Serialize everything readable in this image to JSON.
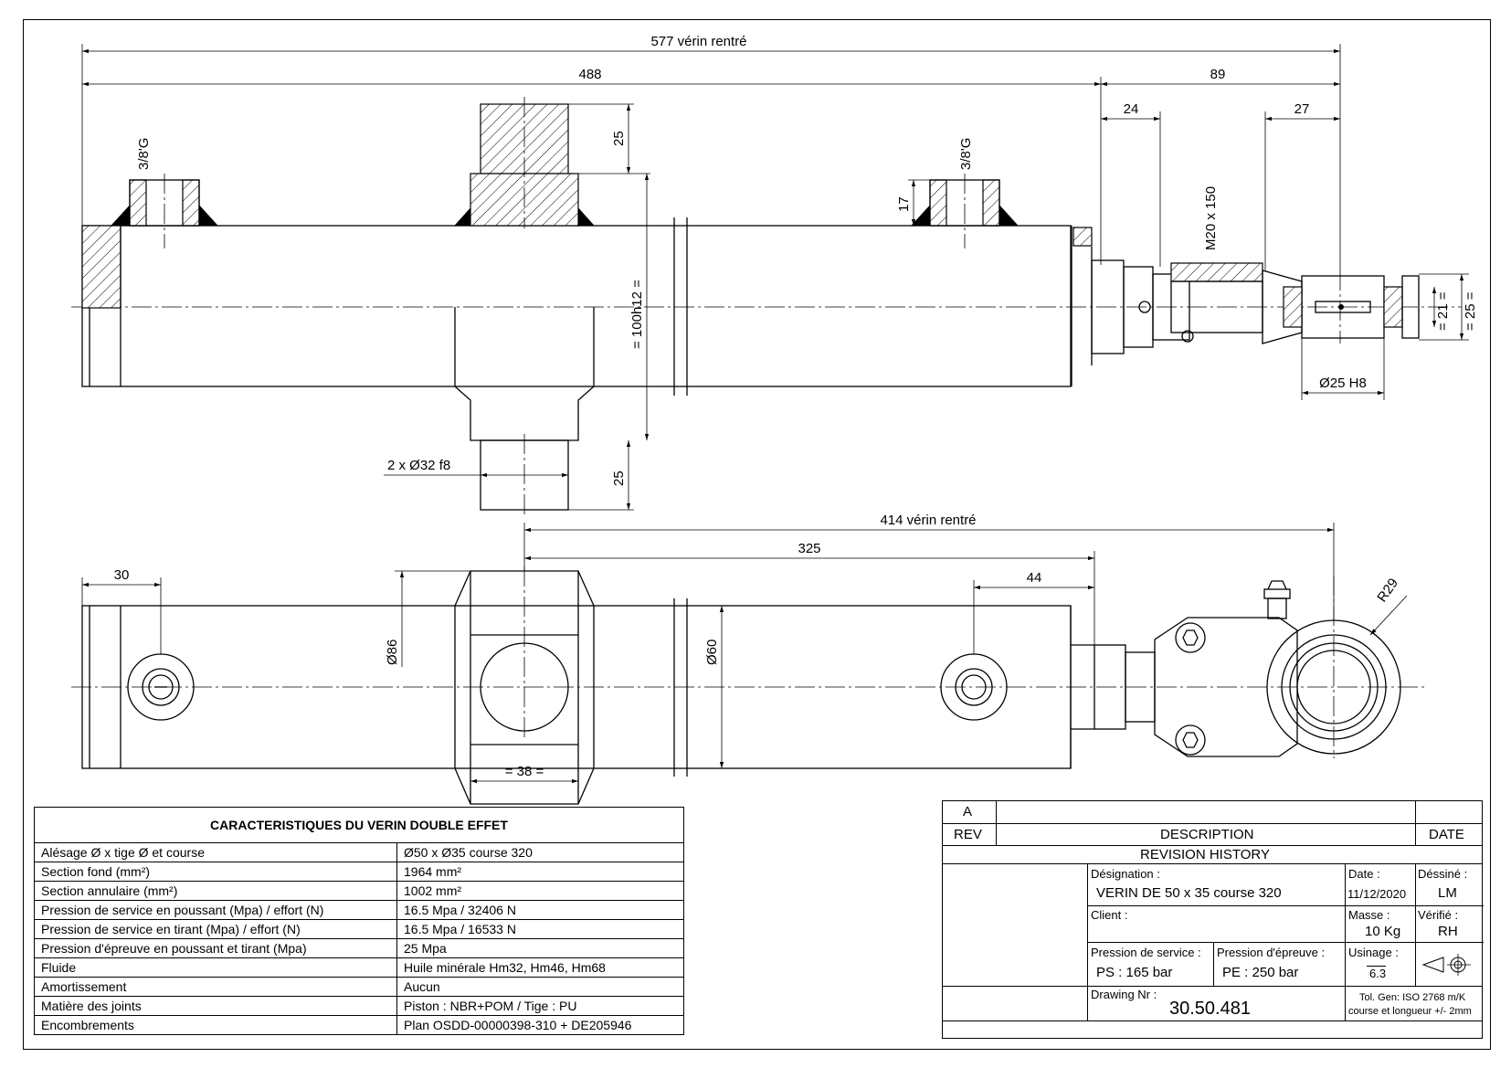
{
  "dimensions": {
    "overall_retracted": "577 vérin rentré",
    "body_length": "488",
    "rod_end_length": "89",
    "rod_dim_24": "24",
    "rod_dim_27": "27",
    "port_left": "3/8'G",
    "port_right": "3/8'G",
    "trunnion_top": "25",
    "port_height": "17",
    "thread": "M20 x 150",
    "body_dia": "= 100h12 =",
    "eye_21": "= 21 =",
    "eye_25": "= 25 =",
    "bore_eye": "Ø25 H8",
    "trunnion_dia": "2 x Ø32 f8",
    "trunnion_bottom": "25",
    "retracted_414": "414 vérin rentré",
    "dim_325": "325",
    "dim_30": "30",
    "dim_44": "44",
    "radius": "R29",
    "dia_86": "Ø86",
    "dia_60": "Ø60",
    "width_38": "= 38 ="
  },
  "specs": {
    "title": "CARACTERISTIQUES DU VERIN DOUBLE EFFET",
    "rows": [
      {
        "label": "Alésage Ø x tige Ø et course",
        "value": "Ø50 x Ø35 course 320"
      },
      {
        "label": "Section fond (mm²)",
        "value": "1964 mm²"
      },
      {
        "label": "Section annulaire (mm²)",
        "value": "1002 mm²"
      },
      {
        "label": "Pression de service en poussant (Mpa) / effort (N)",
        "value": "16.5 Mpa / 32406 N"
      },
      {
        "label": "Pression de service en tirant (Mpa) / effort (N)",
        "value": "16.5 Mpa / 16533 N"
      },
      {
        "label": "Pression d'épreuve en poussant et tirant (Mpa)",
        "value": "25 Mpa"
      },
      {
        "label": "Fluide",
        "value": "Huile minérale Hm32, Hm46, Hm68"
      },
      {
        "label": "Amortissement",
        "value": "Aucun"
      },
      {
        "label": "Matière des joints",
        "value": "Piston : NBR+POM / Tige : PU"
      },
      {
        "label": "Encombrements",
        "value": "Plan OSDD-00000398-310 + DE205946"
      }
    ]
  },
  "title_block": {
    "rev_letter": "A",
    "rev": "REV",
    "description": "DESCRIPTION",
    "date_header": "DATE",
    "revision_history": "REVISION HISTORY",
    "designation_label": "Désignation :",
    "designation": "VERIN DE 50 x 35 course 320",
    "date_label": "Date :",
    "date": "11/12/2020",
    "drawn_label": "Déssiné :",
    "drawn": "LM",
    "client_label": "Client :",
    "mass_label": "Masse :",
    "mass": "10 Kg",
    "checked_label": "Vérifié :",
    "checked": "RH",
    "service_pressure_label": "Pression de service :",
    "service_pressure": "PS :  165 bar",
    "test_pressure_label": "Pression d'épreuve :",
    "test_pressure": "PE :  250 bar",
    "machining_label": "Usinage :",
    "roughness": "6.3",
    "drawing_nr_label": "Drawing Nr :",
    "drawing_nr": "30.50.481",
    "tolerance_line1": "Tol. Gen: ISO 2768 m/K",
    "tolerance_line2": "course et longueur +/- 2mm"
  }
}
